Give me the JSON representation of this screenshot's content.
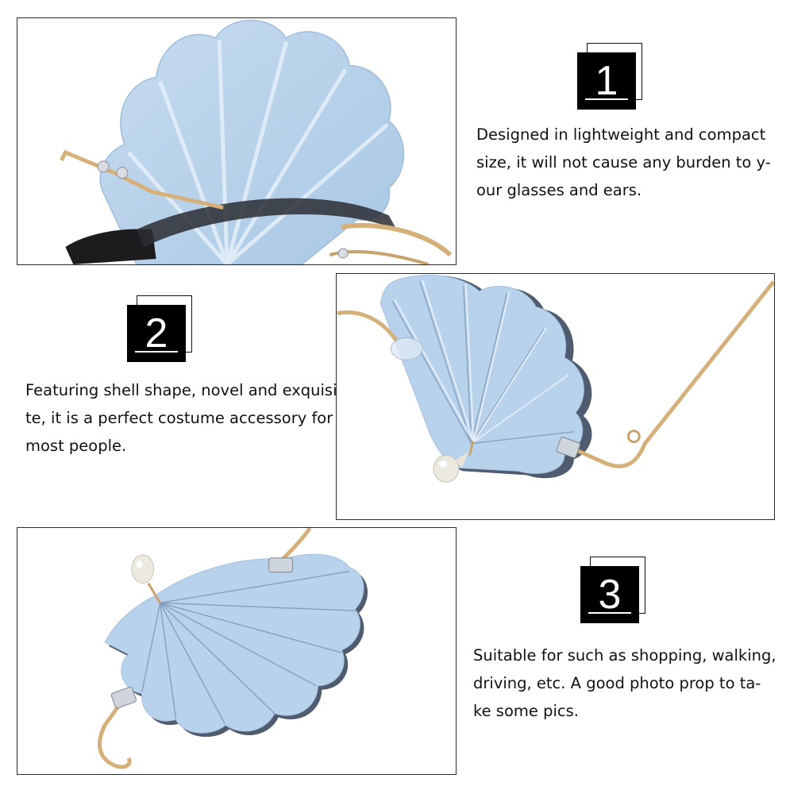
{
  "features": [
    {
      "number": "1",
      "lines": [
        "Designed in lightweight and compact",
        "size, it will not cause any burden to y-",
        "our glasses and ears."
      ]
    },
    {
      "number": "2",
      "lines": [
        "Featuring shell shape, novel and exquisi-",
        "te, it is a perfect costume accessory for",
        "most people."
      ]
    },
    {
      "number": "3",
      "lines": [
        "Suitable for such as shopping, walking,",
        "driving, etc. A good photo prop to ta-",
        "ke some pics."
      ]
    }
  ],
  "colors": {
    "lens": "#b9d3ea",
    "lens_edge": "#5b6b80",
    "frame_gold": "#d6b07a",
    "badge": "#000000"
  }
}
